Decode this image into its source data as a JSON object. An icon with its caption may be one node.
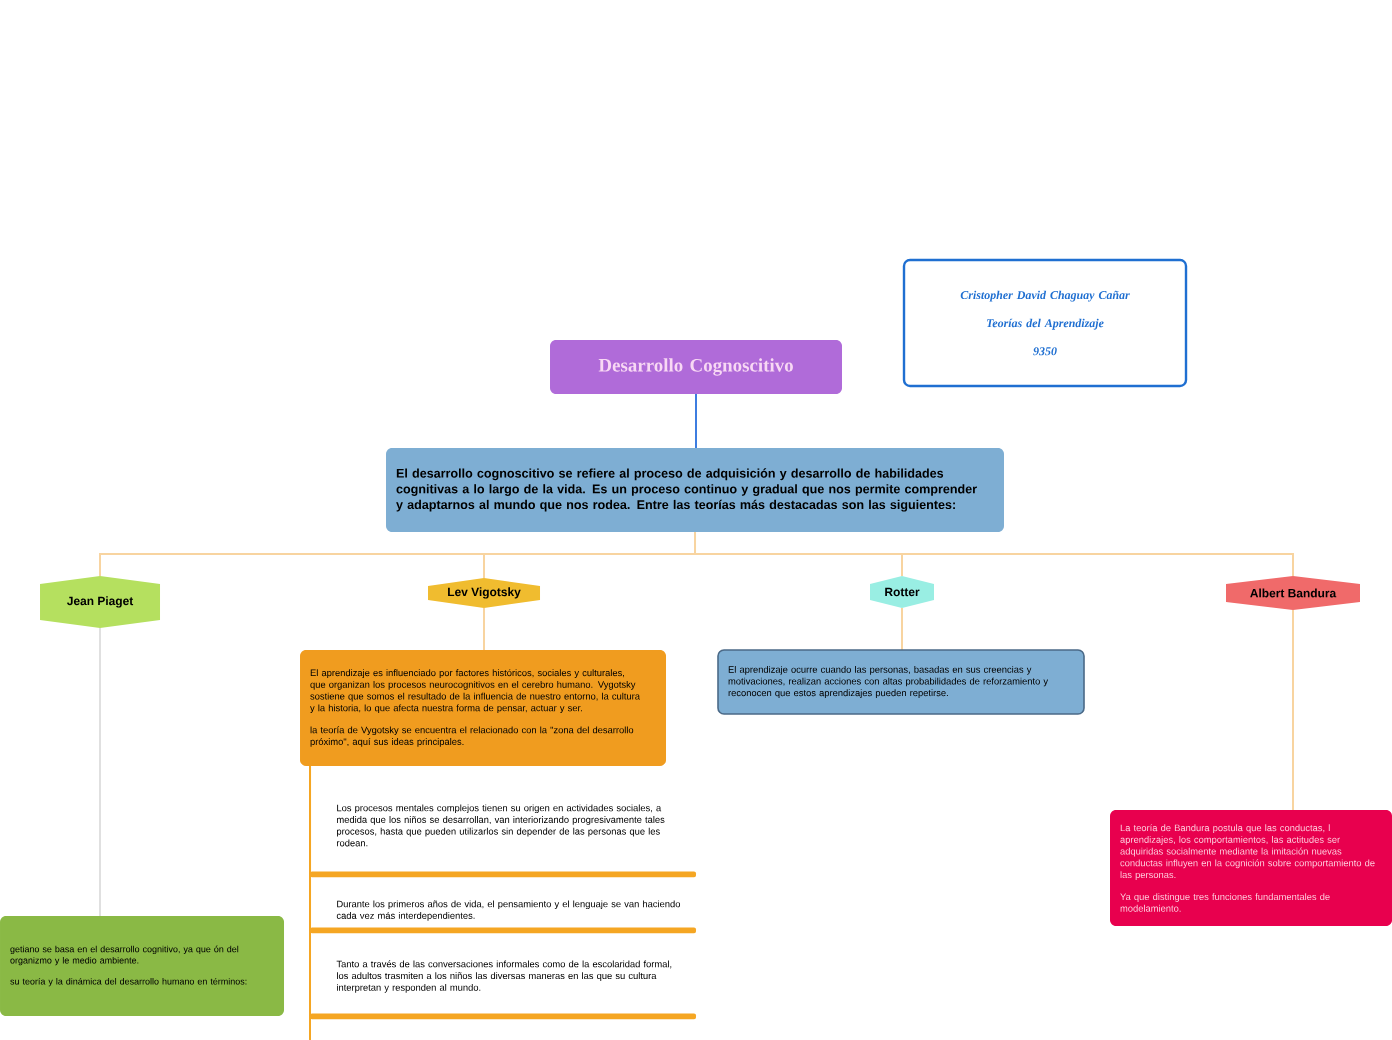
{
  "diagram": {
    "nodes": [
      {
        "text": [
          "Cristopher David Chaguay Cañar",
          "Teorías del Aprendizaje",
          "9350"
        ]
      },
      {
        "text": [
          "Desarrollo Cognoscitivo"
        ]
      },
      {
        "text": [
          "El desarrollo cognoscitivo se refiere al proceso de adquisición y desarrollo de habilidades cognitivas a lo largo de la vida. Es un proceso continuo y gradual que nos permite comprender y adaptarnos al mundo que nos rodea. Entre las teorías más destacadas son las siguientes:"
        ]
      },
      {
        "text": [
          "Jean Piaget"
        ]
      },
      {
        "text": [
          "Lev Vigotsky"
        ]
      },
      {
        "text": [
          "Rotter"
        ]
      },
      {
        "text": [
          "Albert Bandura"
        ]
      },
      {
        "text": [
          "getiano se basa en el desarrollo cognitivo, ya que ón del organizmo y le medio ambiente.",
          "su teoría y la dinámica del desarrollo humano en términos:"
        ]
      },
      {
        "text": [
          "El aprendizaje es influenciado por factores históricos, sociales y culturales, que organizan los procesos neurocognitivos en el cerebro humano. Vygotsky sostiene que somos el resultado de la influencia de nuestro entorno, la cultura y la historia, lo que afecta nuestra forma de pensar, actuar y ser.",
          "la teoría de Vygotsky se encuentra el relacionado con la \"zona del desarrollo próximo\", aquí sus ideas principales."
        ]
      },
      {
        "text": [
          "Los procesos mentales complejos tienen su origen en actividades sociales, a medida que los niños se desarrollan, van interiorizando progresivamente tales procesos, hasta que pueden utilizarlos sin depender de las personas que les rodean."
        ]
      },
      {
        "text": [
          "Durante los primeros años de vida, el pensamiento y el lenguaje se van haciendo cada vez más interdependientes."
        ]
      },
      {
        "text": [
          "Tanto a través de las conversaciones informales como de la escolaridad formal, los adultos trasmiten a los niños las diversas maneras en las que su cultura interpretan y responden al mundo."
        ]
      },
      {
        "text": [
          "El aprendizaje ocurre cuando las personas, basadas en sus creencias y motivaciones, realizan acciones con altas probabilidades de reforzamiento y reconocen que estos aprendizajes pueden repetirse."
        ]
      },
      {
        "text": [
          "La teoría de Bandura postula que las conductas, l aprendizajes, los comportamientos, las actitudes ser adquiridas socialmente mediante la imitación nuevas conductas influyen en la cognición sobre comportamiento de las personas.",
          "Ya que distingue tres funciones fundamentales de modelamiento."
        ]
      }
    ],
    "edges": [
      {
        "from": 1,
        "to": 2,
        "arrow": "none",
        "color": "#3d7de0"
      },
      {
        "from": 2,
        "to": 3,
        "arrow": "none"
      },
      {
        "from": 2,
        "to": 4,
        "arrow": "none"
      },
      {
        "from": 2,
        "to": 5,
        "arrow": "none"
      },
      {
        "from": 2,
        "to": 6,
        "arrow": "none"
      },
      {
        "from": 3,
        "to": 7,
        "arrow": "none",
        "color": "#e0e0e0"
      },
      {
        "from": 4,
        "to": 8,
        "arrow": "none"
      },
      {
        "from": 8,
        "to": 9,
        "arrow": "none",
        "color": "#f5a623"
      },
      {
        "from": 8,
        "to": 10,
        "arrow": "none",
        "color": "#f5a623"
      },
      {
        "from": 8,
        "to": 11,
        "arrow": "none",
        "color": "#f5a623"
      },
      {
        "from": 5,
        "to": 12,
        "arrow": "none"
      },
      {
        "from": 6,
        "to": 13,
        "arrow": "none"
      }
    ]
  }
}
